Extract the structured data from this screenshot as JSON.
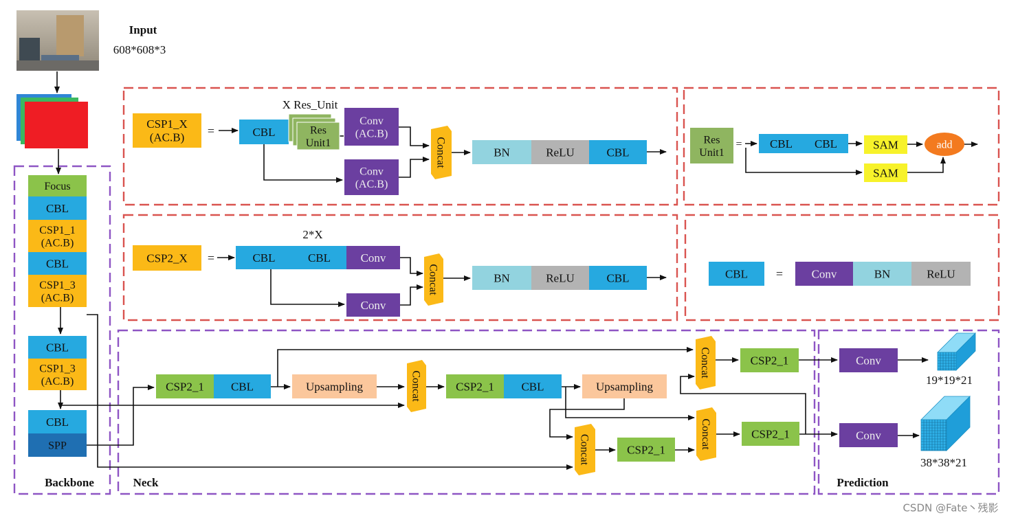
{
  "input": {
    "title": "Input",
    "size": "608*608*3"
  },
  "colors": {
    "cbl": "#26a9e0",
    "csp": "#fbb917",
    "green": "#8bc34a",
    "resunit": "#8fb560",
    "conv": "#6b3fa0",
    "bn": "#92d3df",
    "relu": "#b3b3b3",
    "sam": "#f7f22a",
    "add": "#f37a1f",
    "upsampling": "#fbc79c",
    "spp": "#1f6fb2",
    "red_dash": "#d9534f",
    "purple_dash": "#8e55c4",
    "arrow": "#111111"
  },
  "labels": {
    "focus": "Focus",
    "cbl": "CBL",
    "spp": "SPP",
    "concat": "Concat",
    "bn": "BN",
    "relu": "ReLU",
    "conv": "Conv",
    "conv_acb": "Conv\n(AC.B)",
    "sam": "SAM",
    "add": "add",
    "upsampling": "Upsampling",
    "csp2_1": "CSP2_1",
    "res_unit1": "Res\nUnit1",
    "equals": "=",
    "csp1_1": "CSP1_1\n(AC.B)",
    "csp1_3": "CSP1_3\n(AC.B)",
    "csp1_x": "CSP1_X\n(AC.B)",
    "csp2_x": "CSP2_X",
    "x_res_unit": "X Res_Unit",
    "two_x": "2*X"
  },
  "sections": {
    "backbone": "Backbone",
    "neck": "Neck",
    "prediction": "Prediction"
  },
  "outputs": {
    "small": "19*19*21",
    "large": "38*38*21"
  },
  "watermark": "CSDN @Fate丶残影"
}
